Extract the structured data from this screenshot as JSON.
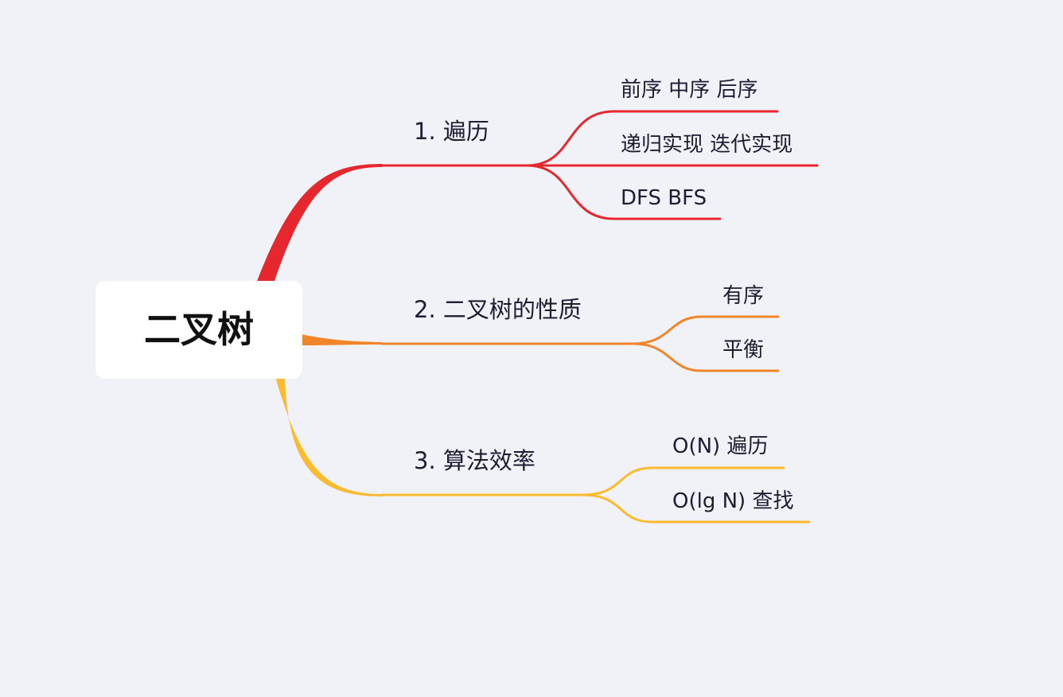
{
  "root": {
    "label": "二叉树"
  },
  "branches": [
    {
      "label": "1. 遍历",
      "color": "#e6282e",
      "children": [
        {
          "label": "前序 中序 后序"
        },
        {
          "label": "递归实现 迭代实现"
        },
        {
          "label": "DFS BFS"
        }
      ]
    },
    {
      "label": "2. 二叉树的性质",
      "color": "#f0852a",
      "children": [
        {
          "label": "有序"
        },
        {
          "label": "平衡"
        }
      ]
    },
    {
      "label": "3. 算法效率",
      "color": "#fcbb2e",
      "children": [
        {
          "label": "O(N) 遍历"
        },
        {
          "label": "O(lg N) 查找"
        }
      ]
    }
  ]
}
